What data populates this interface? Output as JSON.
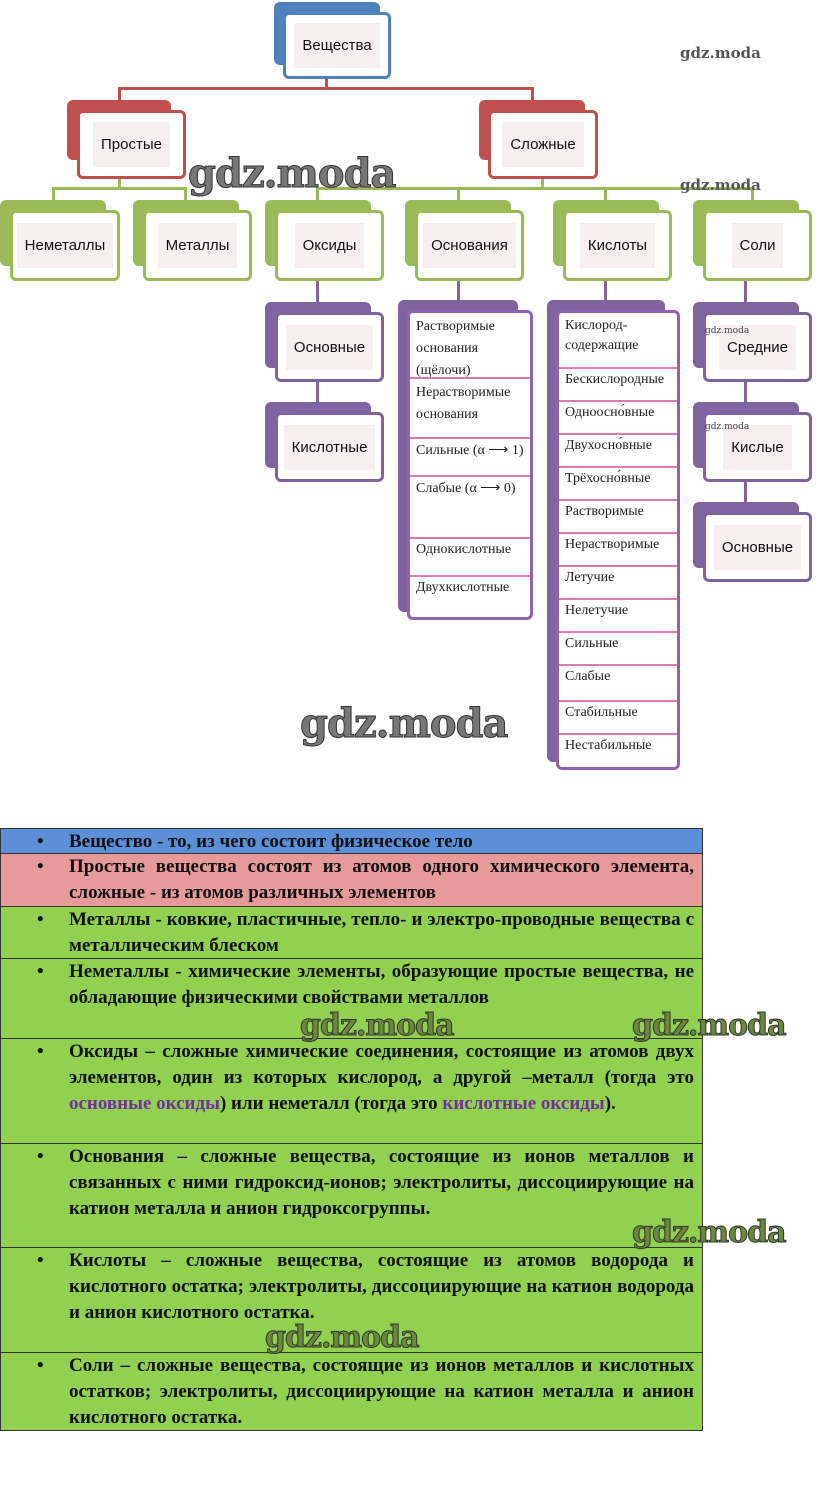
{
  "diagram": {
    "root": "Вещества",
    "level1": [
      "Простые",
      "Сложные"
    ],
    "level2": [
      "Неметаллы",
      "Металлы",
      "Оксиды",
      "Основания",
      "Кислоты",
      "Соли"
    ],
    "oxides": [
      "Основные",
      "Кислотные"
    ],
    "bases": [
      "Растворимые основания (щёлочи)",
      "Нерастворимые основания",
      "Сильные (α ⟶ 1)",
      "Слабые (α ⟶ 0)",
      "Однокислотные",
      "Двухкислотные"
    ],
    "acids": [
      "Кислород-содержащие",
      "Бескислородные",
      "Одноосно́вные",
      "Двухосно́вные",
      "Трёхосно́вные",
      "Растворимые",
      "Нерастворимые",
      "Летучие",
      "Нелетучие",
      "Сильные",
      "Слабые",
      "Стабильные",
      "Нестабильные"
    ],
    "salts": [
      "Средние",
      "Кислые",
      "Основные"
    ]
  },
  "definitions": [
    {
      "bullet": "•",
      "text": "Вещество - то, из чего состоит физическое тело"
    },
    {
      "bullet": "•",
      "text": "Простые вещества состоят из атомов одного химического элемента, сложные - из атомов различных элементов"
    },
    {
      "bullet": "•",
      "text": "Металлы - ковкие, пластичные, тепло- и электро-проводные вещества с металлическим блеском"
    },
    {
      "bullet": "•",
      "text": "Неметаллы - химические элементы, образующие простые вещества, не обладающие физическими свойствами металлов"
    },
    {
      "bullet": "•",
      "text_a": "Оксиды – сложные химические соединения, состоящие из атомов двух элементов, один из которых кислород, а другой –металл (тогда это ",
      "hl1": "основные оксиды",
      "text_b": ") или неметалл (тогда это ",
      "hl2": "кислотные оксиды",
      "text_c": ")."
    },
    {
      "bullet": "•",
      "text": "Основания – сложные вещества, состоящие из ионов металлов и связанных с ними гидроксид-ионов; электролиты, диссоциирующие на катион металла и анион гидроксогруппы."
    },
    {
      "bullet": "•",
      "text": "Кислоты – сложные вещества, состоящие из атомов водорода и кислотного остатка; электролиты, диссоциирующие на катион водорода и анион кислотного остатка."
    },
    {
      "bullet": "•",
      "text": "Соли – сложные вещества, состоящие из ионов металлов и кислотных остатков; электролиты, диссоциирующие на катион металла и анион кислотного остатка."
    }
  ],
  "watermark": "gdz.moda",
  "colors": {
    "blue": "#4f81bd",
    "red": "#c0504d",
    "green": "#9bbb59",
    "purple": "#8064a2",
    "row_blue": "#5b8fd8",
    "row_pink": "#e69a9a",
    "row_green": "#92d050"
  }
}
